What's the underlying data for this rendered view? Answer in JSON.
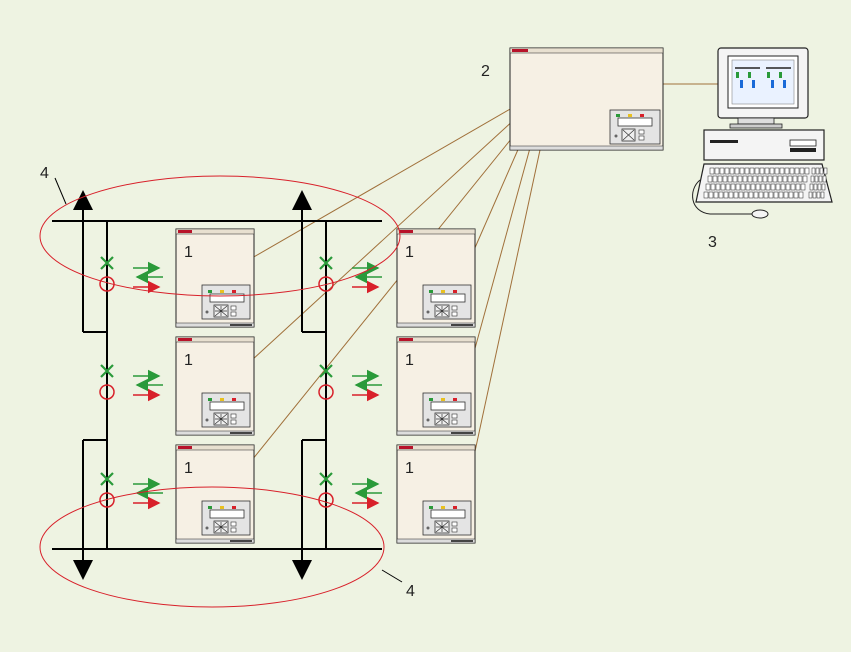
{
  "diagram": {
    "background_color": "#eef3e2",
    "relay_label": "1",
    "master_label": "2",
    "workstation_label": "3",
    "bus_zone_label": "4",
    "colors": {
      "busbar": "#000000",
      "link_line": "#a0703a",
      "zone_ellipse": "#d8202a",
      "open_breaker": "#d8202a",
      "closed_breaker": "#2a9a3a",
      "trip_arrow": "#d8202a",
      "status_arrow": "#2a9a3a",
      "device_body": "#f6f0e4",
      "device_top": "#b8132a"
    }
  }
}
